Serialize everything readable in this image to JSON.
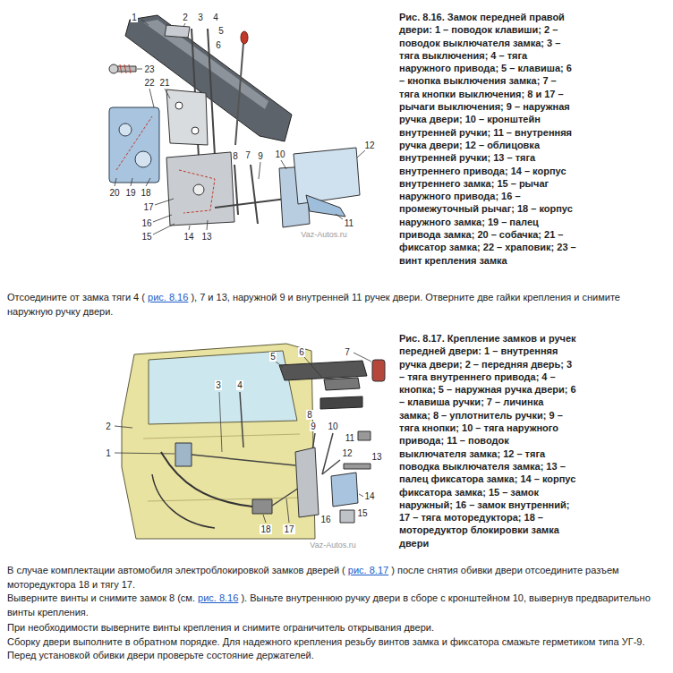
{
  "diagram": {
    "labels": [
      "Рис. 8.16. Замок передней правой двери: 1 – поводок клавиши; 2 – поводок выключателя замка; 3 – тяга выключения; 4 – тяга наружного привода; 5 – клавиша; 6 – кнопка выключения замка; 7 – тяга кнопки выключения; 8 и 17 – рычаги выключения; 9 – наружная ручка двери; 10 – кронштейн внутренней ручки; 11 – внутренняя ручка двери; 12 – облицовка внутренней ручки; 13 – тяга внутреннего привода; 14 – корпус внутреннего замка; 15 – рычаг наружного привода; 16 – промежуточный рычаг; 18 – корпус наружного замка; 19 – палец привода замка; 20 – собачка; 21 – фиксатор замка; 22 – храповик; 23 – винт крепления замка",
      "1",
      "2",
      "3",
      "4",
      "5",
      "6",
      "7",
      "8",
      "9",
      "10",
      "11",
      "12",
      "13",
      "14",
      "15",
      "16",
      "17",
      "18",
      "19",
      "20",
      "21",
      "22",
      "23",
      "Vaz-Autos.ru",
      "Отсоедините от замка тяги 4 (",
      "рис. 8.16",
      "), 7 и 13, наружной 9 и внутренней 11 ручек двери. Отверните две гайки крепления и снимите наружную ручку двери.",
      "Рис. 8.17. Крепление замков и ручек передней двери: 1 – внутренняя ручка двери; 2 – передняя дверь; 3 – тяга внутреннего привода; 4 – кнопка; 5 – наружная ручка двери; 6 – клавиша ручки; 7 – личинка замка; 8 – уплотнитель ручки; 9 – тяга кнопки; 10 – тяга наружного привода; 11 – поводок выключателя замка; 12 – тяга поводка выключателя замка; 13 – палец фиксатора замка; 14 – корпус фиксатора замка; 15 – замок наружный; 16 – замок внутренний; 17 – тяга моторедуктора; 18 – моторедуктор блокировки замка двери",
      "1",
      "2",
      "3",
      "4",
      "5",
      "6",
      "7",
      "8",
      "9",
      "10",
      "11",
      "12",
      "13",
      "14",
      "15",
      "16",
      "17",
      "18",
      "Vaz-Autos.ru",
      "В случае комплектации автомобиля электроблокировкой замков дверей (",
      "рис. 8.17",
      ") после снятия обивки двери отсоедините разъем моторедуктора 18 и тягу 17.",
      "Выверните винты и снимите замок 8 (см.",
      "рис. 8.16",
      "). Выньте внутреннюю ручку двери в сборе с кронштейном 10, вывернув предварительно винты крепления.",
      "При необходимости выверните винты крепления и снимите ограничитель открывания двери.",
      "Сборку двери выполните в обратном порядке. Для надежного крепления резьбу винтов замка и фиксатора смажьте герметиком типа УГ-9.",
      "Перед установкой обивки двери проверьте состояние держателей."
    ]
  }
}
